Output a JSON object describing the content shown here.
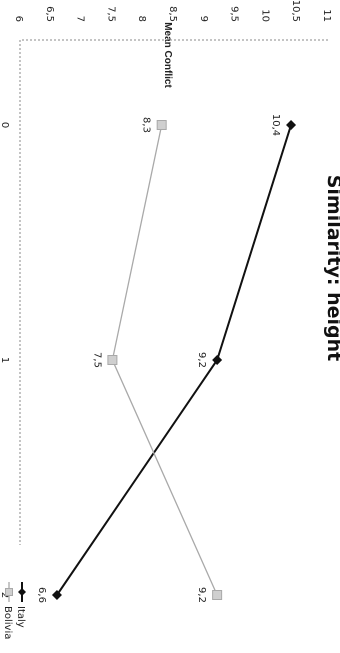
{
  "chart_data": {
    "type": "line",
    "title": "Similarity: height",
    "xlabel": "",
    "ylabel": "Mean Conflict",
    "categories": [
      "0",
      "1",
      "2"
    ],
    "ylim": [
      6,
      11
    ],
    "yticks": [
      "6",
      "6,5",
      "7",
      "7,5",
      "8",
      "8,5",
      "9",
      "9,5",
      "10",
      "10,5",
      "11"
    ],
    "grid": false,
    "legend_position": "bottom-right",
    "series": [
      {
        "name": "Italy",
        "values": [
          10.4,
          9.2,
          6.6
        ],
        "labels": [
          "10,4",
          "9,2",
          "6,6"
        ],
        "color": "#111111",
        "marker": "diamond"
      },
      {
        "name": "Bolivia",
        "values": [
          8.3,
          7.5,
          9.2
        ],
        "labels": [
          "8,3",
          "7,5",
          "9,2"
        ],
        "color": "#a9a9a9",
        "marker": "square"
      }
    ]
  }
}
